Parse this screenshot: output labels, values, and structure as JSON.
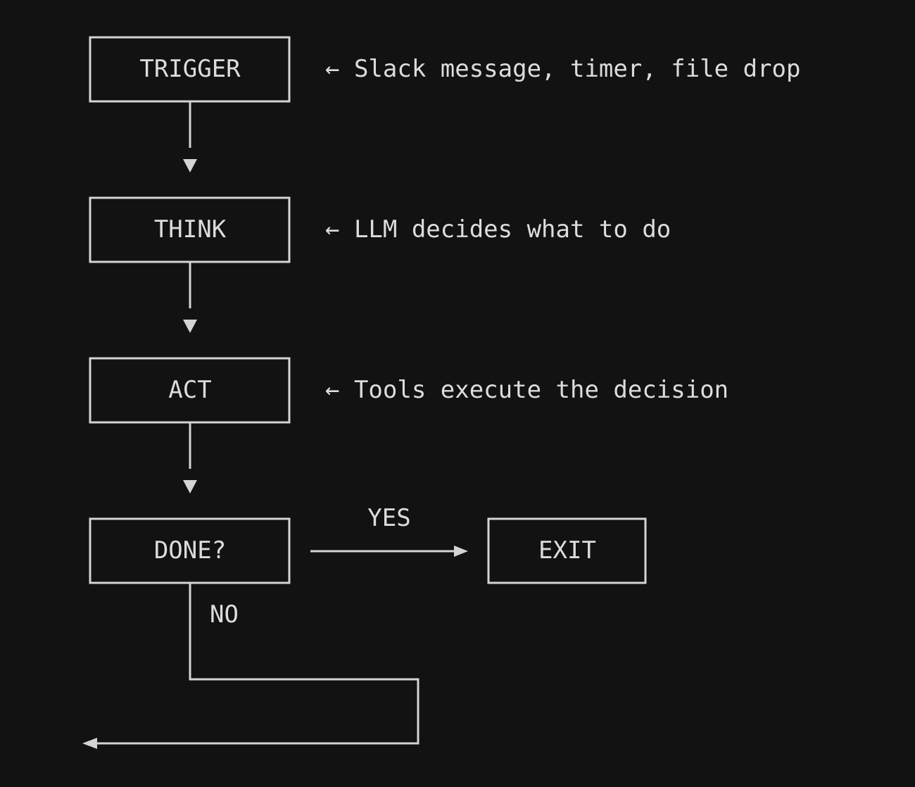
{
  "nodes": {
    "trigger": {
      "label": "TRIGGER",
      "note": "← Slack message, timer, file drop"
    },
    "think": {
      "label": "THINK",
      "note": "← LLM decides what to do"
    },
    "act": {
      "label": "ACT",
      "note": "← Tools execute the decision"
    },
    "done": {
      "label": "DONE?"
    },
    "exit": {
      "label": "EXIT"
    }
  },
  "edges": {
    "yes_label": "YES",
    "no_label": "NO"
  },
  "colors": {
    "background": "#121212",
    "foreground": "#dcdcdc"
  }
}
